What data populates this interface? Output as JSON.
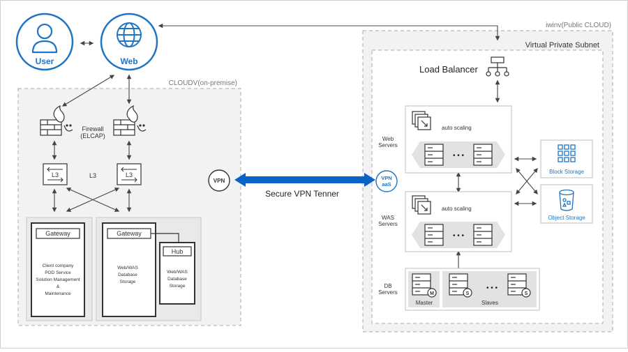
{
  "nodes": {
    "user": "User",
    "web": "Web"
  },
  "zones": {
    "on_premise": "CLOUDV(on-premise)",
    "public_cloud": "iwinv(Public CLOUD)",
    "vps": "Virtual Private Subnet"
  },
  "on_premise": {
    "firewall_line1": "Firewall",
    "firewall_line2": "(ELCAP)",
    "l3_center": "L3",
    "l3_badge": "L3",
    "gateway": "Gateway",
    "hub": "Hub",
    "client_lines": [
      "Client company",
      "POD Service",
      "Solution Management",
      "&",
      "Maintenance"
    ],
    "server_lines": [
      "Web/WAS",
      "Database",
      "Storage"
    ],
    "hub_lines": [
      "Web/WAS",
      "Database",
      "Storage"
    ]
  },
  "vpn": {
    "label": "VPN",
    "tunnel": "Secure VPN Tenner",
    "aas_line1": "VPN",
    "aas_line2": "aaS"
  },
  "cloud": {
    "load_balancer": "Load Balancer",
    "auto_scaling": "auto scaling",
    "dots": "• • •",
    "web_servers_line1": "Web",
    "web_servers_line2": "Servers",
    "was_servers_line1": "WAS",
    "was_servers_line2": "Servers",
    "db_servers_line1": "DB",
    "db_servers_line2": "Servers",
    "master": "Master",
    "slaves": "Slaves",
    "master_badge": "M",
    "slave_badge": "S",
    "block_storage": "Block Storage",
    "object_storage": "Object Storage"
  },
  "colors": {
    "accent": "#1f74c4",
    "vpn_arrow": "#0a63c7",
    "line": "#444444",
    "dashed_border": "#a9a9a9",
    "zone_fill": "#f2f2f2",
    "panel_fill": "#e9e9e9"
  }
}
